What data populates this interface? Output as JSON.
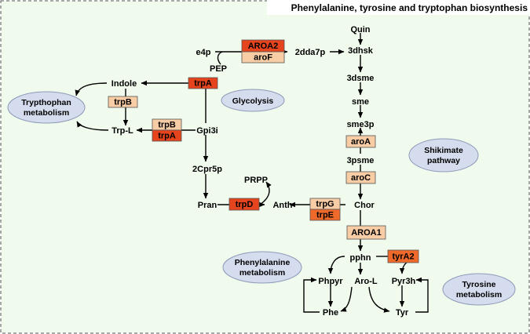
{
  "title": "Phenylalanine, tyrosine and tryptophan biosynthesis",
  "colors": {
    "background": "#f0fbee",
    "pathway_fill": "#d4dcee",
    "gene_light": "#f8cca4",
    "gene_dark": "#e6441d",
    "gene_mid": "#ef6a2a"
  },
  "compounds": {
    "quin": "Quin",
    "dhsk": "3dhsk",
    "dsme": "3dsme",
    "sme": "sme",
    "sme3p": "sme3p",
    "psme": "3psme",
    "chor": "Chor",
    "pphn": "pphn",
    "e4p": "e4p",
    "pep": "PEP",
    "dda7p": "2dda7p",
    "indole": "Indole",
    "trpl": "Trp-L",
    "gpi3i": "Gpi3i",
    "cpr5p": "2Cpr5p",
    "pran": "Pran",
    "prpp": "PRPP",
    "anth": "Anth",
    "phpyr": "Phpyr",
    "arol": "Aro-L",
    "pyr3h": "Pyr3h",
    "phe": "Phe",
    "tyr": "Tyr"
  },
  "pathways": {
    "trp_line1": "Trypthophan",
    "trp_line2": "metabolism",
    "glycolysis": "Glycolysis",
    "shik_line1": "Shikimate",
    "shik_line2": "pathway",
    "phe_line1": "Phenylalanine",
    "phe_line2": "metabolism",
    "tyr_line1": "Tyrosine",
    "tyr_line2": "metabolism"
  },
  "genes": [
    {
      "id": "aroa2",
      "label": "AROA2",
      "level": "dark"
    },
    {
      "id": "arof",
      "label": "aroF",
      "level": "light"
    },
    {
      "id": "trpa-top",
      "label": "trpA",
      "level": "dark"
    },
    {
      "id": "trpb-left",
      "label": "trpB",
      "level": "light"
    },
    {
      "id": "trpb-mid",
      "label": "trpB",
      "level": "light"
    },
    {
      "id": "trpa-mid",
      "label": "trpA",
      "level": "dark"
    },
    {
      "id": "aroa",
      "label": "aroA",
      "level": "light"
    },
    {
      "id": "aroc",
      "label": "aroC",
      "level": "light"
    },
    {
      "id": "trpd",
      "label": "trpD",
      "level": "dark"
    },
    {
      "id": "trpg",
      "label": "trpG",
      "level": "light"
    },
    {
      "id": "trpe",
      "label": "trpE",
      "level": "mid"
    },
    {
      "id": "aroa1",
      "label": "AROA1",
      "level": "light"
    },
    {
      "id": "tyra2",
      "label": "tyrA2",
      "level": "mid"
    }
  ]
}
